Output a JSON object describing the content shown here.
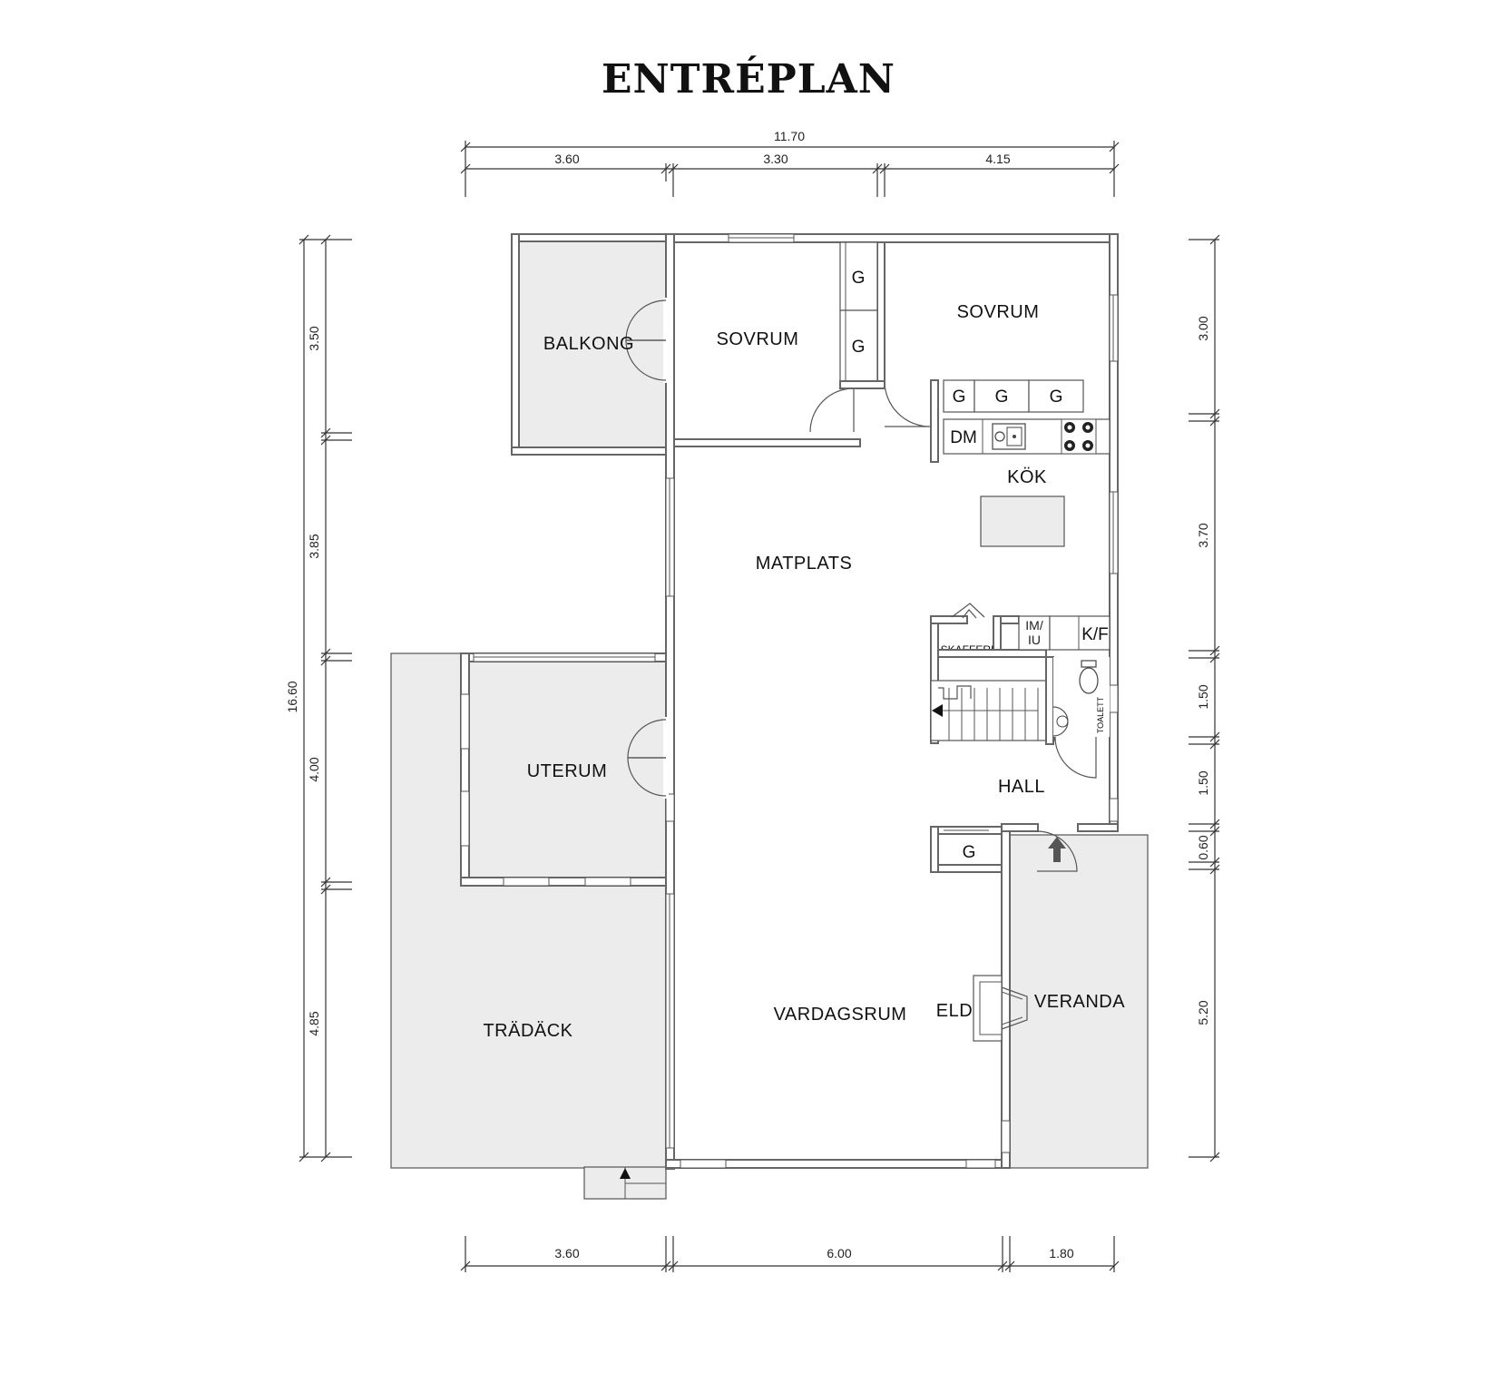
{
  "title": "ENTRÉPLAN",
  "dimensions": {
    "top_total": "11.70",
    "top_segments": [
      "3.60",
      "3.30",
      "4.15"
    ],
    "bottom_segments": [
      "3.60",
      "6.00",
      "1.80"
    ],
    "left_total": "16.60",
    "left_segments": [
      "3.50",
      "3.85",
      "4.00",
      "4.85"
    ],
    "right_segments": [
      "3.00",
      "3.70",
      "1.50",
      "1.50",
      "0.60",
      "5.20"
    ]
  },
  "rooms": {
    "balkong": "BALKONG",
    "sovrum_1": "SOVRUM",
    "sovrum_2": "SOVRUM",
    "kok": "KÖK",
    "matplats": "MATPLATS",
    "skafferi": "SKAFFERI",
    "uterum": "UTERUM",
    "hall": "HALL",
    "toalett": "TOALETT",
    "tradack": "TRÄDÄCK",
    "vardagsrum": "VARDAGSRUM",
    "eld": "ELD",
    "veranda": "VERANDA"
  },
  "fixtures": {
    "wardrobe": "G",
    "dishwasher": "DM",
    "fridge_freezer": "K/F",
    "ice_line_1": "IM/",
    "ice_line_2": "IU"
  },
  "colors": {
    "outdoor_fill": "#ececec",
    "wall_stroke": "#666666"
  }
}
